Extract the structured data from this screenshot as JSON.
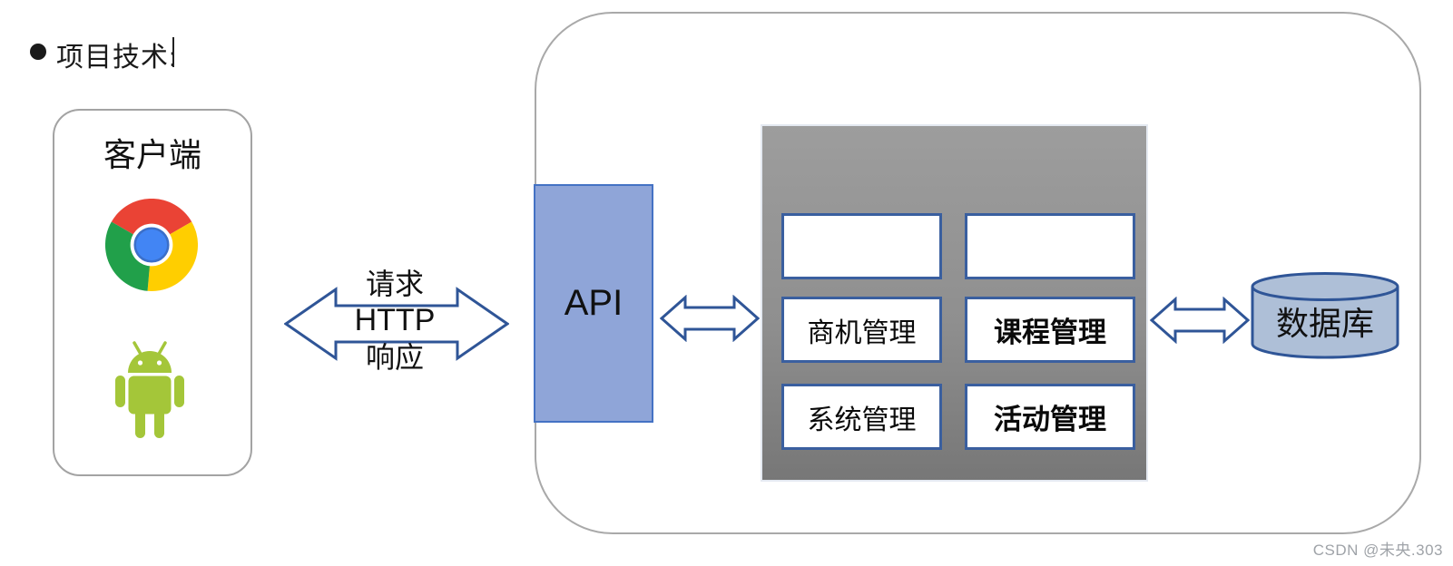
{
  "title": {
    "bullet_icon": "filled-circle-bullet",
    "text": "项目技术:"
  },
  "client": {
    "title": "客户端",
    "browser_icon": "chrome-logo",
    "mobile_icon": "android-robot-logo"
  },
  "http_arrow": {
    "top_label": "请求",
    "middle_label": "HTTP",
    "bottom_label": "响应"
  },
  "backend": {
    "api_label": "API"
  },
  "modules": {
    "items": [
      {
        "label": "",
        "bold": false
      },
      {
        "label": "",
        "bold": false
      },
      {
        "label": "商机管理",
        "bold": false
      },
      {
        "label": "课程管理",
        "bold": true
      },
      {
        "label": "系统管理",
        "bold": false
      },
      {
        "label": "活动管理",
        "bold": true
      }
    ]
  },
  "database": {
    "label": "数据库",
    "shape_icon": "database-cylinder-icon"
  },
  "watermark": {
    "text": "CSDN @未央.303"
  },
  "colors": {
    "arrow_stroke": "#2f5597",
    "api_fill": "#8fa5d8",
    "api_border": "#4472c4",
    "module_box_border": "#3a5f9f",
    "gray_panel_top": "#9d9d9d",
    "gray_panel_bottom": "#777777",
    "cylinder_fill": "#aebfd7",
    "panel_border_gray": "#a9a9a9",
    "android_green": "#a4c639",
    "chrome_red": "#ea4335",
    "chrome_yellow": "#ffce00",
    "chrome_green": "#21a04a",
    "chrome_blue": "#4285f4",
    "watermark_gray": "#9fa3a8"
  }
}
